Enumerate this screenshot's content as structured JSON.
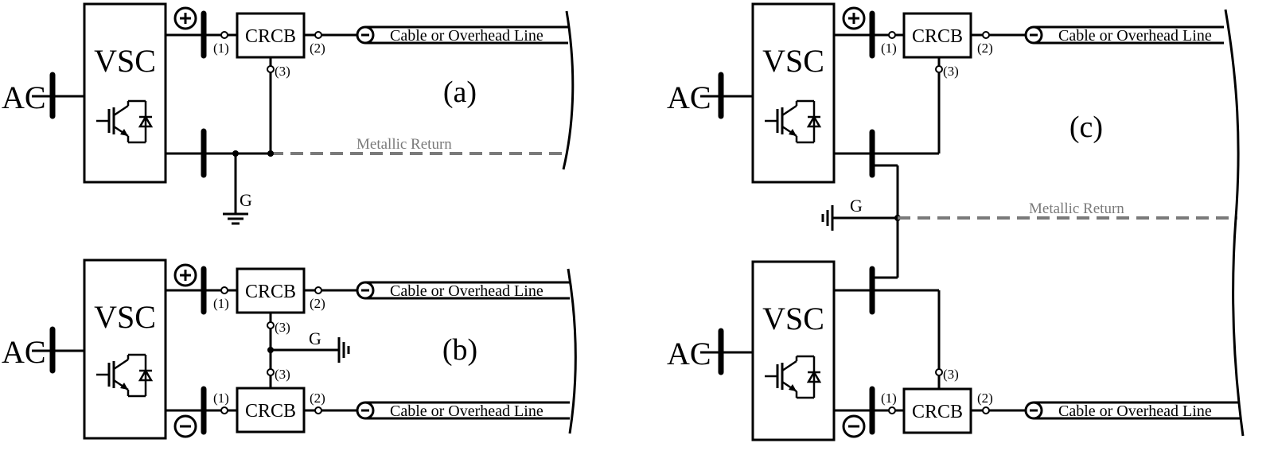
{
  "colors": {
    "ink": "#000000",
    "return": "#7a7a7a"
  },
  "labels": {
    "vsc": "VSC",
    "ac": "AC",
    "crcb": "CRCB",
    "port1": "(1)",
    "port2": "(2)",
    "port3": "(3)",
    "line": "Cable or Overhead Line",
    "ground": "G",
    "metallic_return": "Metallic Return"
  },
  "panels": {
    "a": "(a)",
    "b": "(b)",
    "c": "(c)"
  },
  "icons": [
    "plus-polarity-icon",
    "minus-polarity-icon",
    "igbt-diode-icon",
    "ground-icon",
    "cable-termination-icon"
  ]
}
